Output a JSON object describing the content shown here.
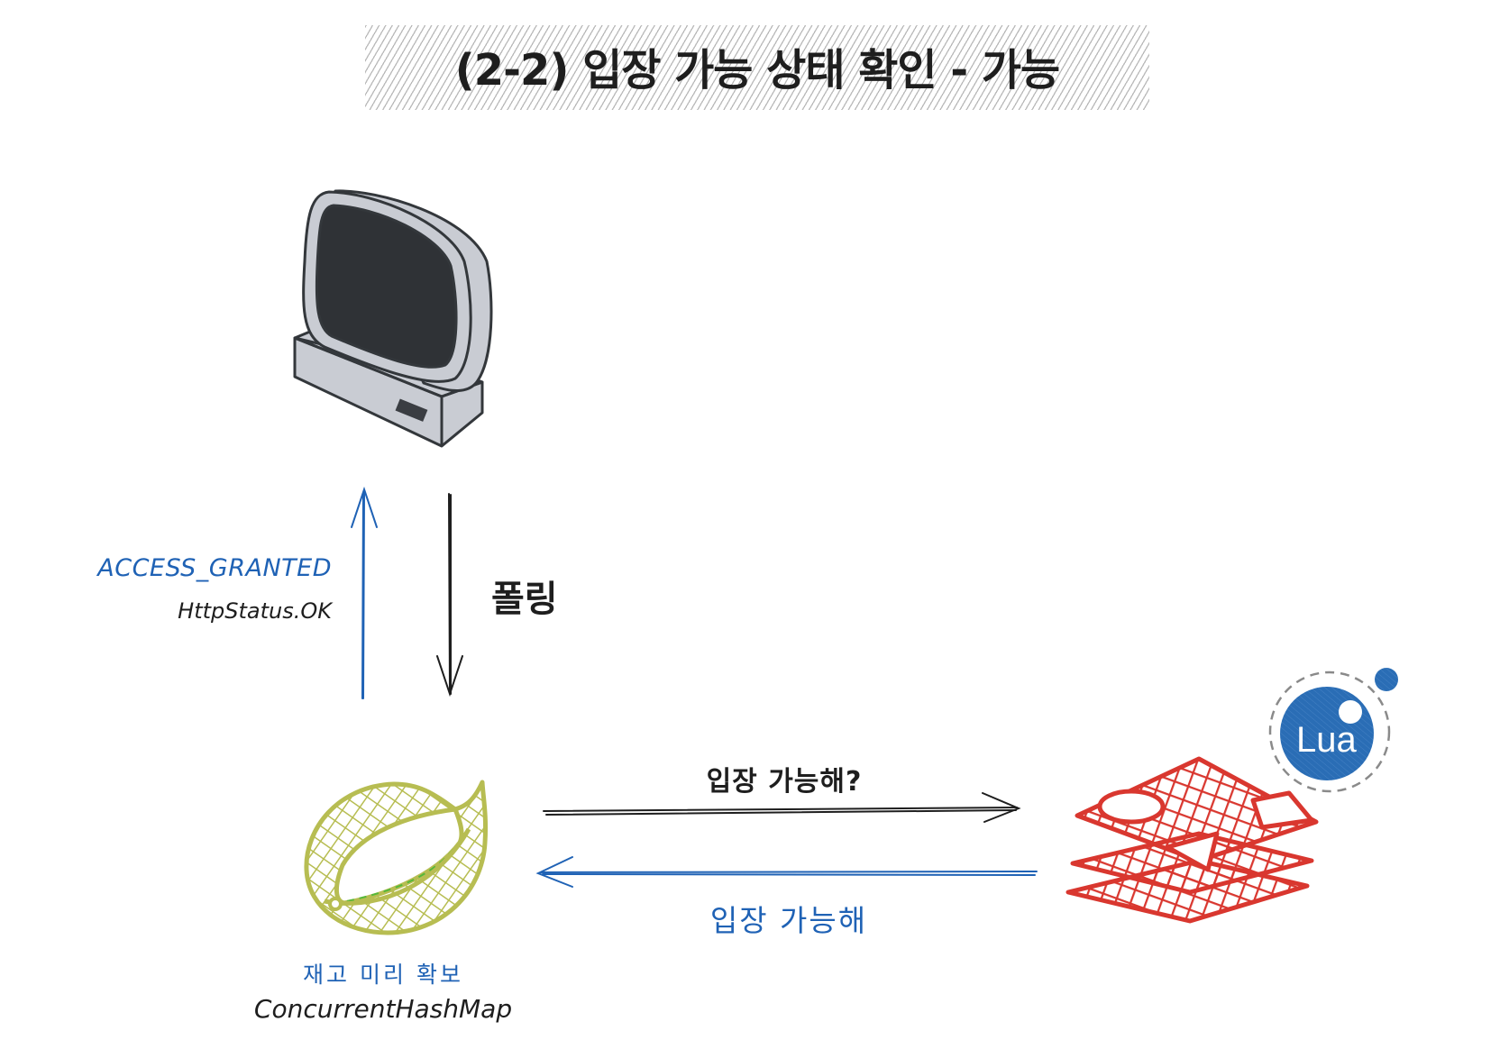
{
  "title": "(2-2) 입장 가능 상태 확인 - 가능",
  "nodes": {
    "client": {
      "icon": "computer-icon"
    },
    "server": {
      "icon": "spring-leaf-icon",
      "label_top": "재고 미리 확보",
      "label_bottom": "ConcurrentHashMap"
    },
    "redis": {
      "icon": "redis-stack-icon"
    },
    "lua": {
      "icon": "lua-logo-icon",
      "text": "Lua"
    }
  },
  "edges": {
    "polling": {
      "label": "폴링",
      "direction": "client-to-server"
    },
    "response": {
      "label_top": "ACCESS_GRANTED",
      "label_bottom": "HttpStatus.OK",
      "direction": "server-to-client"
    },
    "ask": {
      "label": "입장 가능해?",
      "direction": "server-to-redis"
    },
    "answer": {
      "label": "입장 가능해",
      "direction": "redis-to-server"
    }
  },
  "colors": {
    "ink": "#1e1e1e",
    "blue": "#1f62b5",
    "spring": "#b7bd52",
    "spring_inner": "#55b83a",
    "redis": "#d9372f",
    "lua": "#2a6db5",
    "monitor_body": "#c9ccd3",
    "monitor_screen": "#2f3236",
    "ring": "#8a8a8a"
  }
}
